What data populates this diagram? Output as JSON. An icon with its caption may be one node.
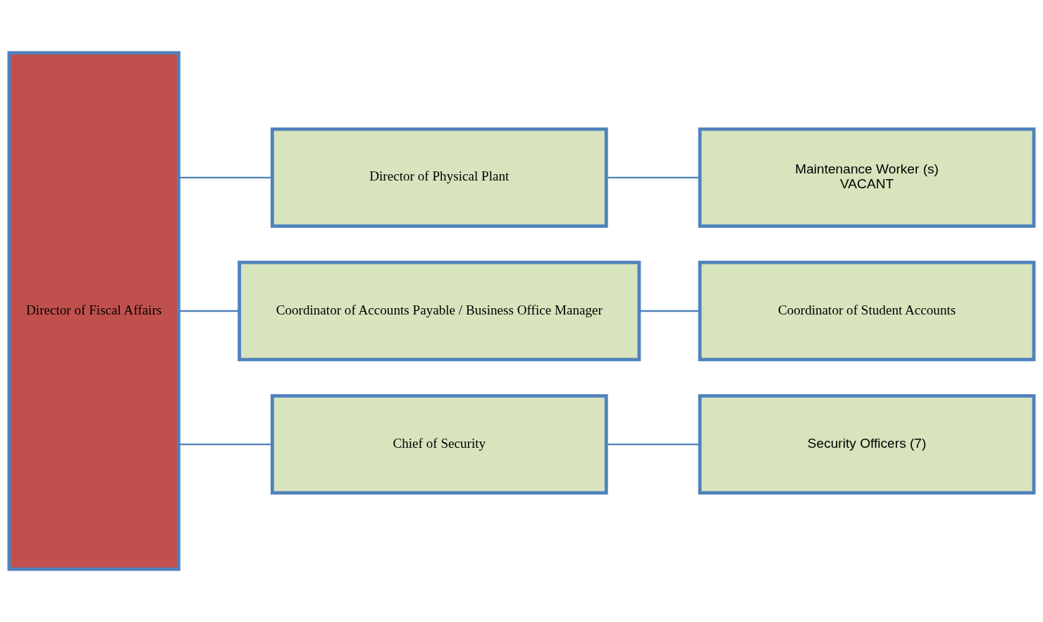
{
  "diagram": {
    "nodes": [
      {
        "text": [
          "Director of Fiscal Affairs"
        ]
      },
      {
        "text": [
          "Director of Physical Plant"
        ]
      },
      {
        "text": [
          "Coordinator of Accounts Payable / Business Office Manager"
        ]
      },
      {
        "text": [
          "Chief of Security"
        ]
      },
      {
        "text": [
          "Maintenance Worker (s)",
          "VACANT"
        ]
      },
      {
        "text": [
          "Coordinator of Student Accounts"
        ]
      },
      {
        "text": [
          "Security Officers (7)"
        ]
      }
    ],
    "edges": [
      {
        "from": 0,
        "to": 1,
        "arrow": "none"
      },
      {
        "from": 0,
        "to": 2,
        "arrow": "none"
      },
      {
        "from": 0,
        "to": 3,
        "arrow": "none"
      },
      {
        "from": 1,
        "to": 4,
        "arrow": "none"
      },
      {
        "from": 2,
        "to": 5,
        "arrow": "none"
      },
      {
        "from": 3,
        "to": 6,
        "arrow": "none"
      }
    ]
  }
}
